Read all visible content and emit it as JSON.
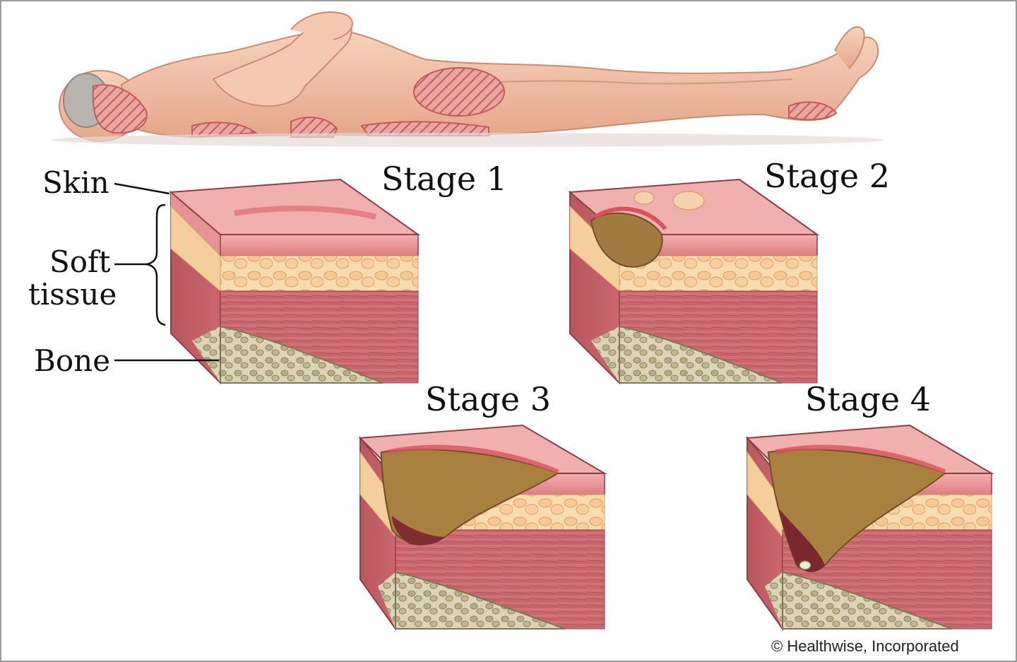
{
  "labels": {
    "skin": "Skin",
    "soft": "Soft",
    "tissue": "tissue",
    "bone": "Bone"
  },
  "stages": [
    {
      "label": "Stage 1"
    },
    {
      "label": "Stage 2"
    },
    {
      "label": "Stage 3"
    },
    {
      "label": "Stage 4"
    }
  ],
  "copyright": "© Healthwise, Incorporated",
  "colors": {
    "skin_tone": "#f2c2a8",
    "pressure_hatch": "#c9615f",
    "skin_layer": "#e8969a",
    "fat_layer": "#f7d7a6",
    "muscle_layer": "#cf7074",
    "bone_layer": "#d9d1b4",
    "wound": "#9c7840"
  }
}
